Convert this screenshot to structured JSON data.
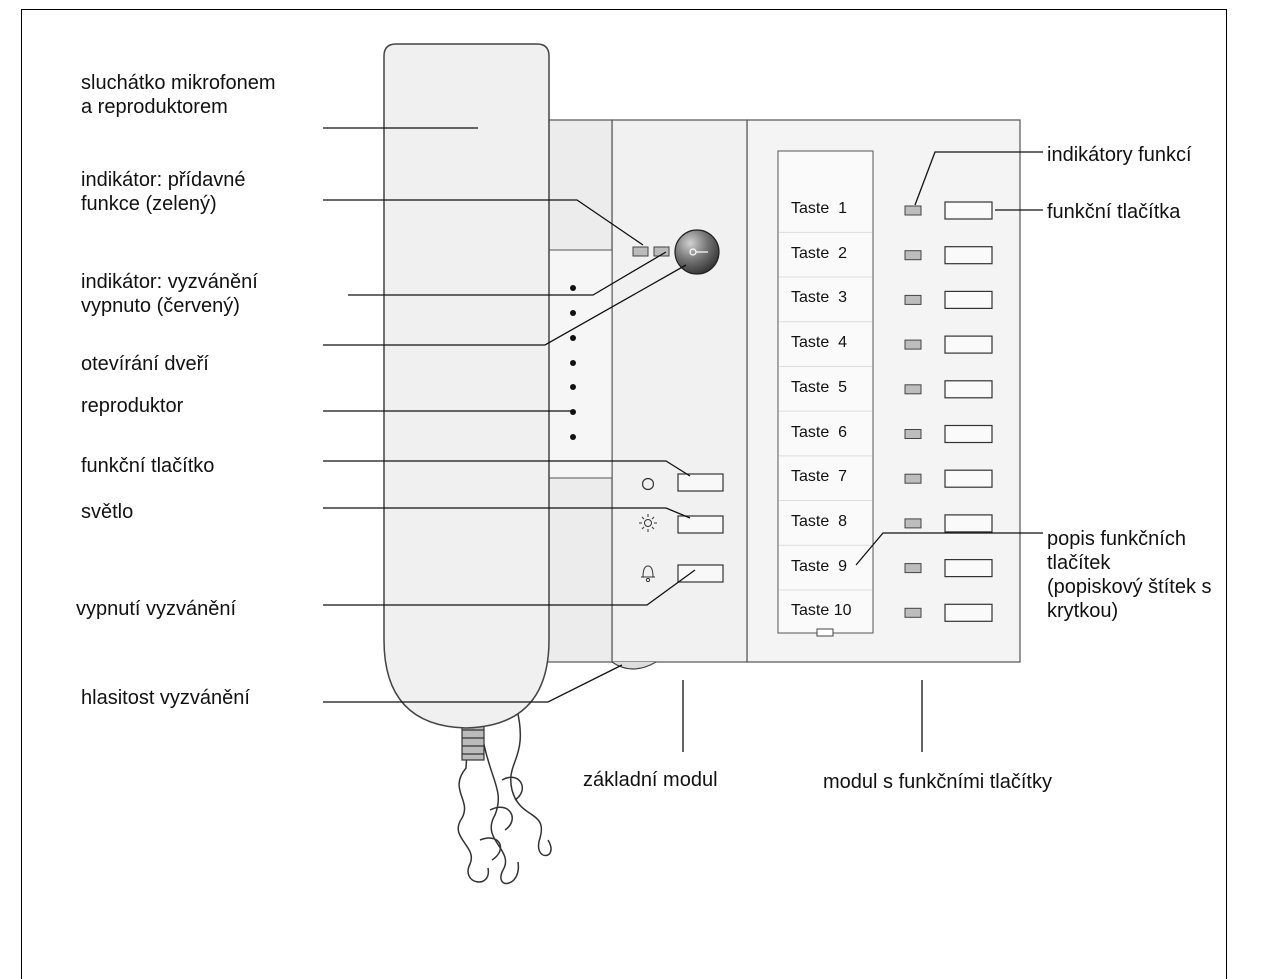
{
  "callouts_left": {
    "handset": "sluchátko mikrofonem\na reproduktorem",
    "indicator_extra": "indikátor: přídavné\nfunkce (zelený)",
    "indicator_ring": "indikátor: vyzvánění\nvypnuto (červený)",
    "door_open": "otevírání dveří",
    "speaker": "reproduktor",
    "function_button": "funkční tlačítko",
    "light": "světlo",
    "ring_off": "vypnutí  vyzvánění",
    "ring_volume": "hlasitost  vyzvánění"
  },
  "callouts_right": {
    "function_indicators": "indikátory funkcí",
    "function_buttons": "funkční tlačítka",
    "label_desc": "popis funkčních\ntlačítek\n(popiskový štítek s\nkrytkou)"
  },
  "callouts_bottom": {
    "base_module": "základní modul",
    "function_module": "modul s funkčními tlačítky"
  },
  "keys": [
    "Taste  1",
    "Taste  2",
    "Taste  3",
    "Taste  4",
    "Taste  5",
    "Taste  6",
    "Taste  7",
    "Taste  8",
    "Taste  9",
    "Taste 10"
  ],
  "icons": {
    "function": "circle-icon",
    "light": "sun-icon",
    "bell": "bell-icon",
    "door": "key-icon"
  }
}
